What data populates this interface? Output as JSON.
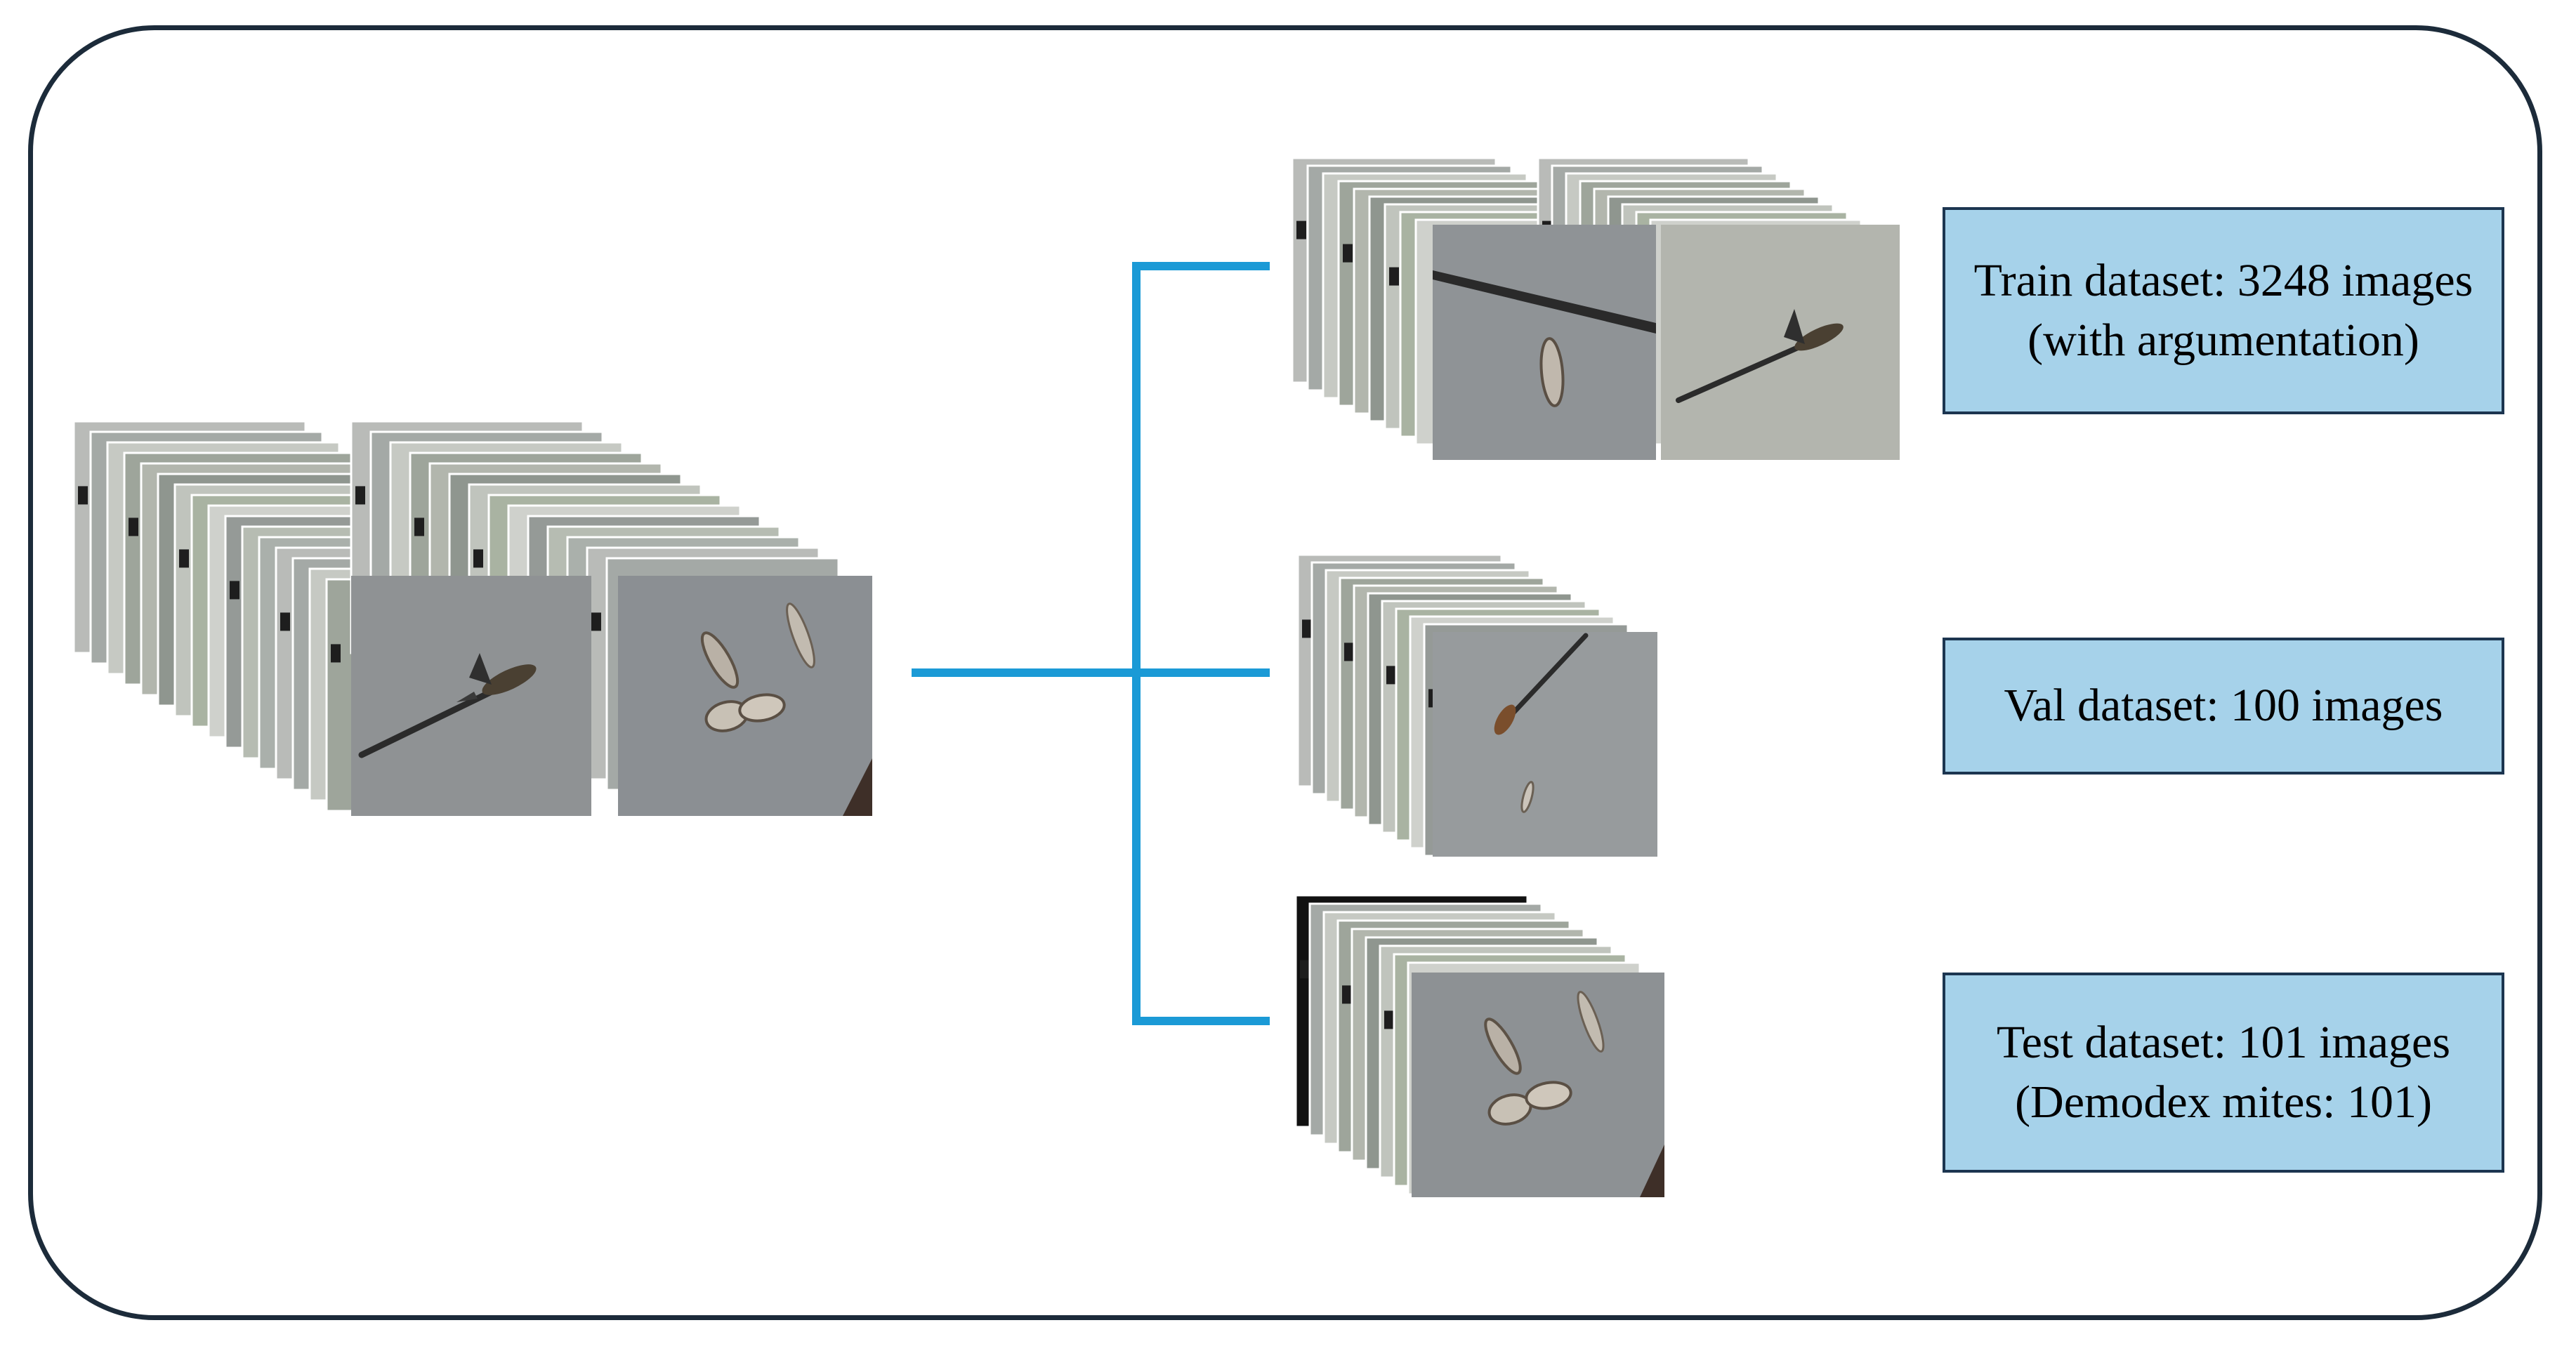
{
  "colors": {
    "frame": "#1c2b3a",
    "connector": "#1b9ad6",
    "box_fill": "#a6d2ea",
    "box_border": "#1c3550",
    "sample_bg": "#8e9294"
  },
  "datasets": {
    "train": {
      "line1": "Train dataset: 3248 images",
      "line2": "(with argumentation)"
    },
    "val": {
      "line1": "Val dataset: 100 images"
    },
    "test": {
      "line1": "Test dataset: 101 images",
      "line2": "(Demodex mites: 101)"
    }
  }
}
